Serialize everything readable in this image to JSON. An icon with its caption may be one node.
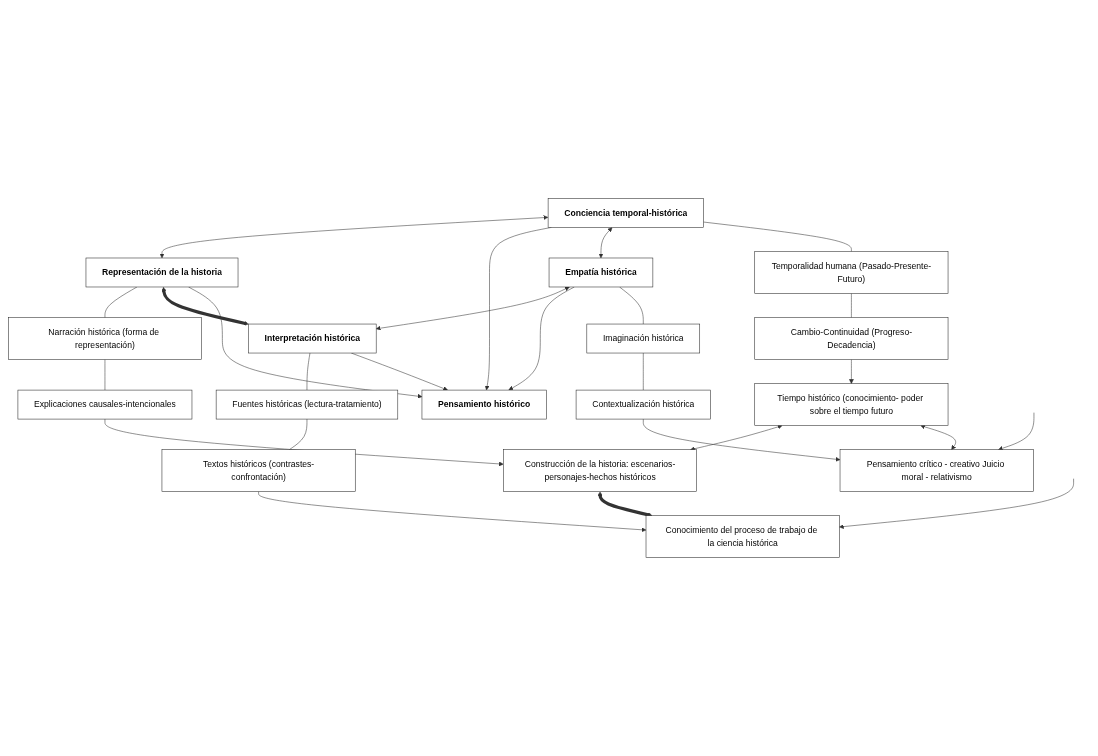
{
  "diagram": {
    "nodes": [
      {
        "text": [
          "Tiempo histórico (conocimiento- poder sobre el tiempo futuro"
        ]
      },
      {
        "text": [
          "Pensamiento crítico - creativo Juicio moral - relativismo"
        ]
      },
      {
        "text": [
          "Cambio-Continuidad (Progreso-Decadencia)"
        ]
      },
      {
        "text": [
          "Contextualización histórica"
        ]
      },
      {
        "text": [
          "Temporalidad humana (Pasado-Presente-Futuro)"
        ]
      },
      {
        "text": [
          "Imaginación histórica"
        ]
      },
      {
        "text": [
          "Conciencia temporal-histórica"
        ]
      },
      {
        "text": [
          "Empatía histórica"
        ]
      },
      {
        "text": [
          "Pensamiento histórico"
        ]
      },
      {
        "text": [
          "Representación de la historia"
        ]
      },
      {
        "text": [
          "Interpretación histórica"
        ]
      },
      {
        "text": [
          "Narración histórica (forma de representación)"
        ]
      },
      {
        "text": [
          "Fuentes históricas (lectura-tratamiento)"
        ]
      },
      {
        "text": [
          "Explicaciones causales-intencionales"
        ]
      },
      {
        "text": [
          "Textos históricos (contrastes-confrontación)"
        ]
      },
      {
        "text": [
          "Construcción de la historia: escenarios-personajes-hechos históricos"
        ]
      },
      {
        "text": [
          "Conocimiento del proceso de trabajo de la ciencia histórica"
        ]
      }
    ],
    "edges": [
      {
        "from": 0,
        "to": 1,
        "arrow": "both"
      },
      {
        "from": null,
        "to": 1,
        "arrow": "to"
      },
      {
        "from": 2,
        "to": 0,
        "arrow": "to"
      },
      {
        "from": 3,
        "to": 1,
        "arrow": "to"
      },
      {
        "from": 4,
        "to": 2,
        "arrow": "none"
      },
      {
        "from": 5,
        "to": 3,
        "arrow": "none"
      },
      {
        "from": 6,
        "to": 4,
        "arrow": "none"
      },
      {
        "from": 7,
        "to": 5,
        "arrow": "none"
      },
      {
        "from": 6,
        "to": 7,
        "arrow": "both"
      },
      {
        "from": 6,
        "to": 8,
        "arrow": "to"
      },
      {
        "from": 7,
        "to": 8,
        "arrow": "to"
      },
      {
        "from": 9,
        "to": 8,
        "arrow": "to"
      },
      {
        "from": 10,
        "to": 8,
        "arrow": "to"
      },
      {
        "from": 6,
        "to": 9,
        "arrow": "both"
      },
      {
        "from": 7,
        "to": 10,
        "arrow": "both"
      },
      {
        "from": 9,
        "to": 10,
        "arrow": "both",
        "style": "thick"
      },
      {
        "from": 9,
        "to": 11,
        "arrow": "none"
      },
      {
        "from": 10,
        "to": 12,
        "arrow": "none"
      },
      {
        "from": 11,
        "to": 13,
        "arrow": "none"
      },
      {
        "from": 12,
        "to": 14,
        "arrow": "none"
      },
      {
        "from": 13,
        "to": 15,
        "arrow": "to"
      },
      {
        "from": 14,
        "to": 16,
        "arrow": "to"
      },
      {
        "from": 0,
        "to": 15,
        "arrow": "both"
      },
      {
        "from": 15,
        "to": 16,
        "arrow": "both",
        "style": "thick"
      },
      {
        "from": null,
        "to": 16,
        "arrow": "to"
      }
    ]
  }
}
